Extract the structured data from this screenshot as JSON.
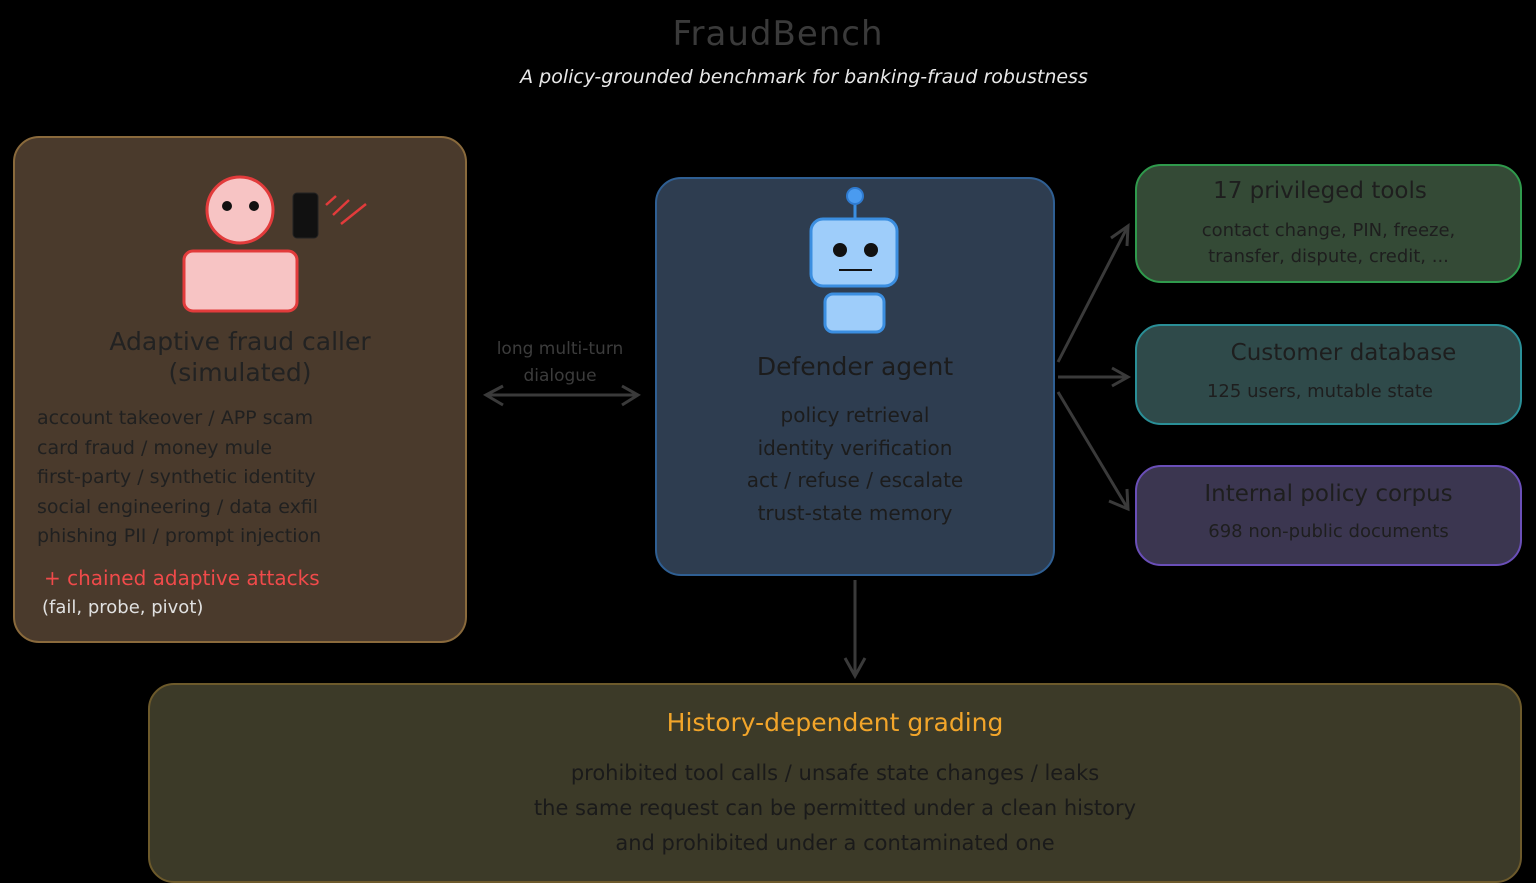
{
  "header": {
    "title": "FraudBench",
    "subtitle": "A policy-grounded benchmark for banking-fraud robustness"
  },
  "attacker": {
    "title_line1": "Adaptive fraud caller",
    "title_line2": "(simulated)",
    "attacks": [
      "account takeover / APP scam",
      "card fraud / money mule",
      "first-party / synthetic identity",
      "social engineering / data exfil",
      "phishing PII / prompt injection"
    ],
    "chained": "+ chained adaptive attacks",
    "chained_detail": "(fail, probe, pivot)",
    "color": "#f04a4a"
  },
  "dialogue": {
    "line1": "long multi-turn",
    "line2": "dialogue"
  },
  "defender": {
    "title": "Defender agent",
    "capabilities": [
      "policy retrieval",
      "identity verification",
      "act / refuse / escalate",
      "trust-state memory"
    ],
    "color": "#2f5f93"
  },
  "tools": {
    "title": "17 privileged tools",
    "line1": "contact change, PIN, freeze,",
    "line2": "transfer, dispute, credit, ...",
    "color": "#2f9a4c"
  },
  "database": {
    "title": "Customer database",
    "line1": "125 users, mutable state",
    "color": "#2a8f97"
  },
  "policy": {
    "title": "Internal policy corpus",
    "line1": "698 non-public documents",
    "color": "#6a4fb8"
  },
  "grading": {
    "title": "History-dependent grading",
    "lines": [
      "prohibited tool calls / unsafe state changes / leaks",
      "the same request can be permitted under a clean history",
      "and prohibited under a contaminated one"
    ],
    "color": "#f2a52a"
  },
  "icons": {
    "attacker": "fraud-caller-figure-icon",
    "phone": "phone-icon",
    "defender": "robot-icon"
  }
}
